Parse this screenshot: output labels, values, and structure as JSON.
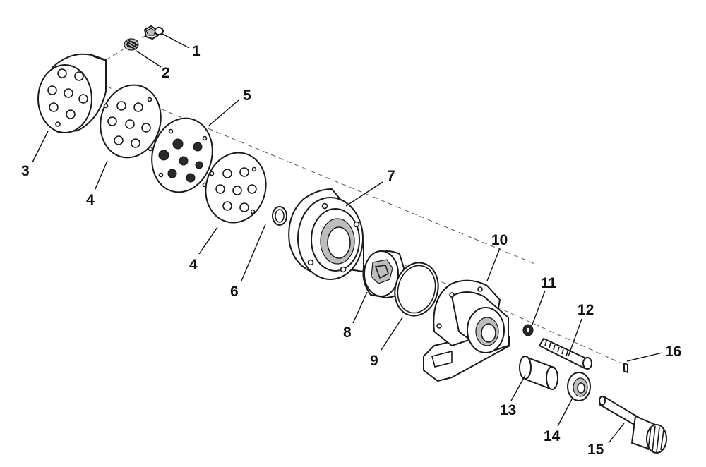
{
  "callouts": {
    "c1": "1",
    "c2": "2",
    "c3": "3",
    "c4a": "4",
    "c4b": "4",
    "c5": "5",
    "c6": "6",
    "c7": "7",
    "c8": "8",
    "c9": "9",
    "c10": "10",
    "c11": "11",
    "c12": "12",
    "c13": "13",
    "c14": "14",
    "c15": "15",
    "c16": "16"
  },
  "style": {
    "line_color": "#1a1a1a",
    "background": "#ffffff"
  }
}
